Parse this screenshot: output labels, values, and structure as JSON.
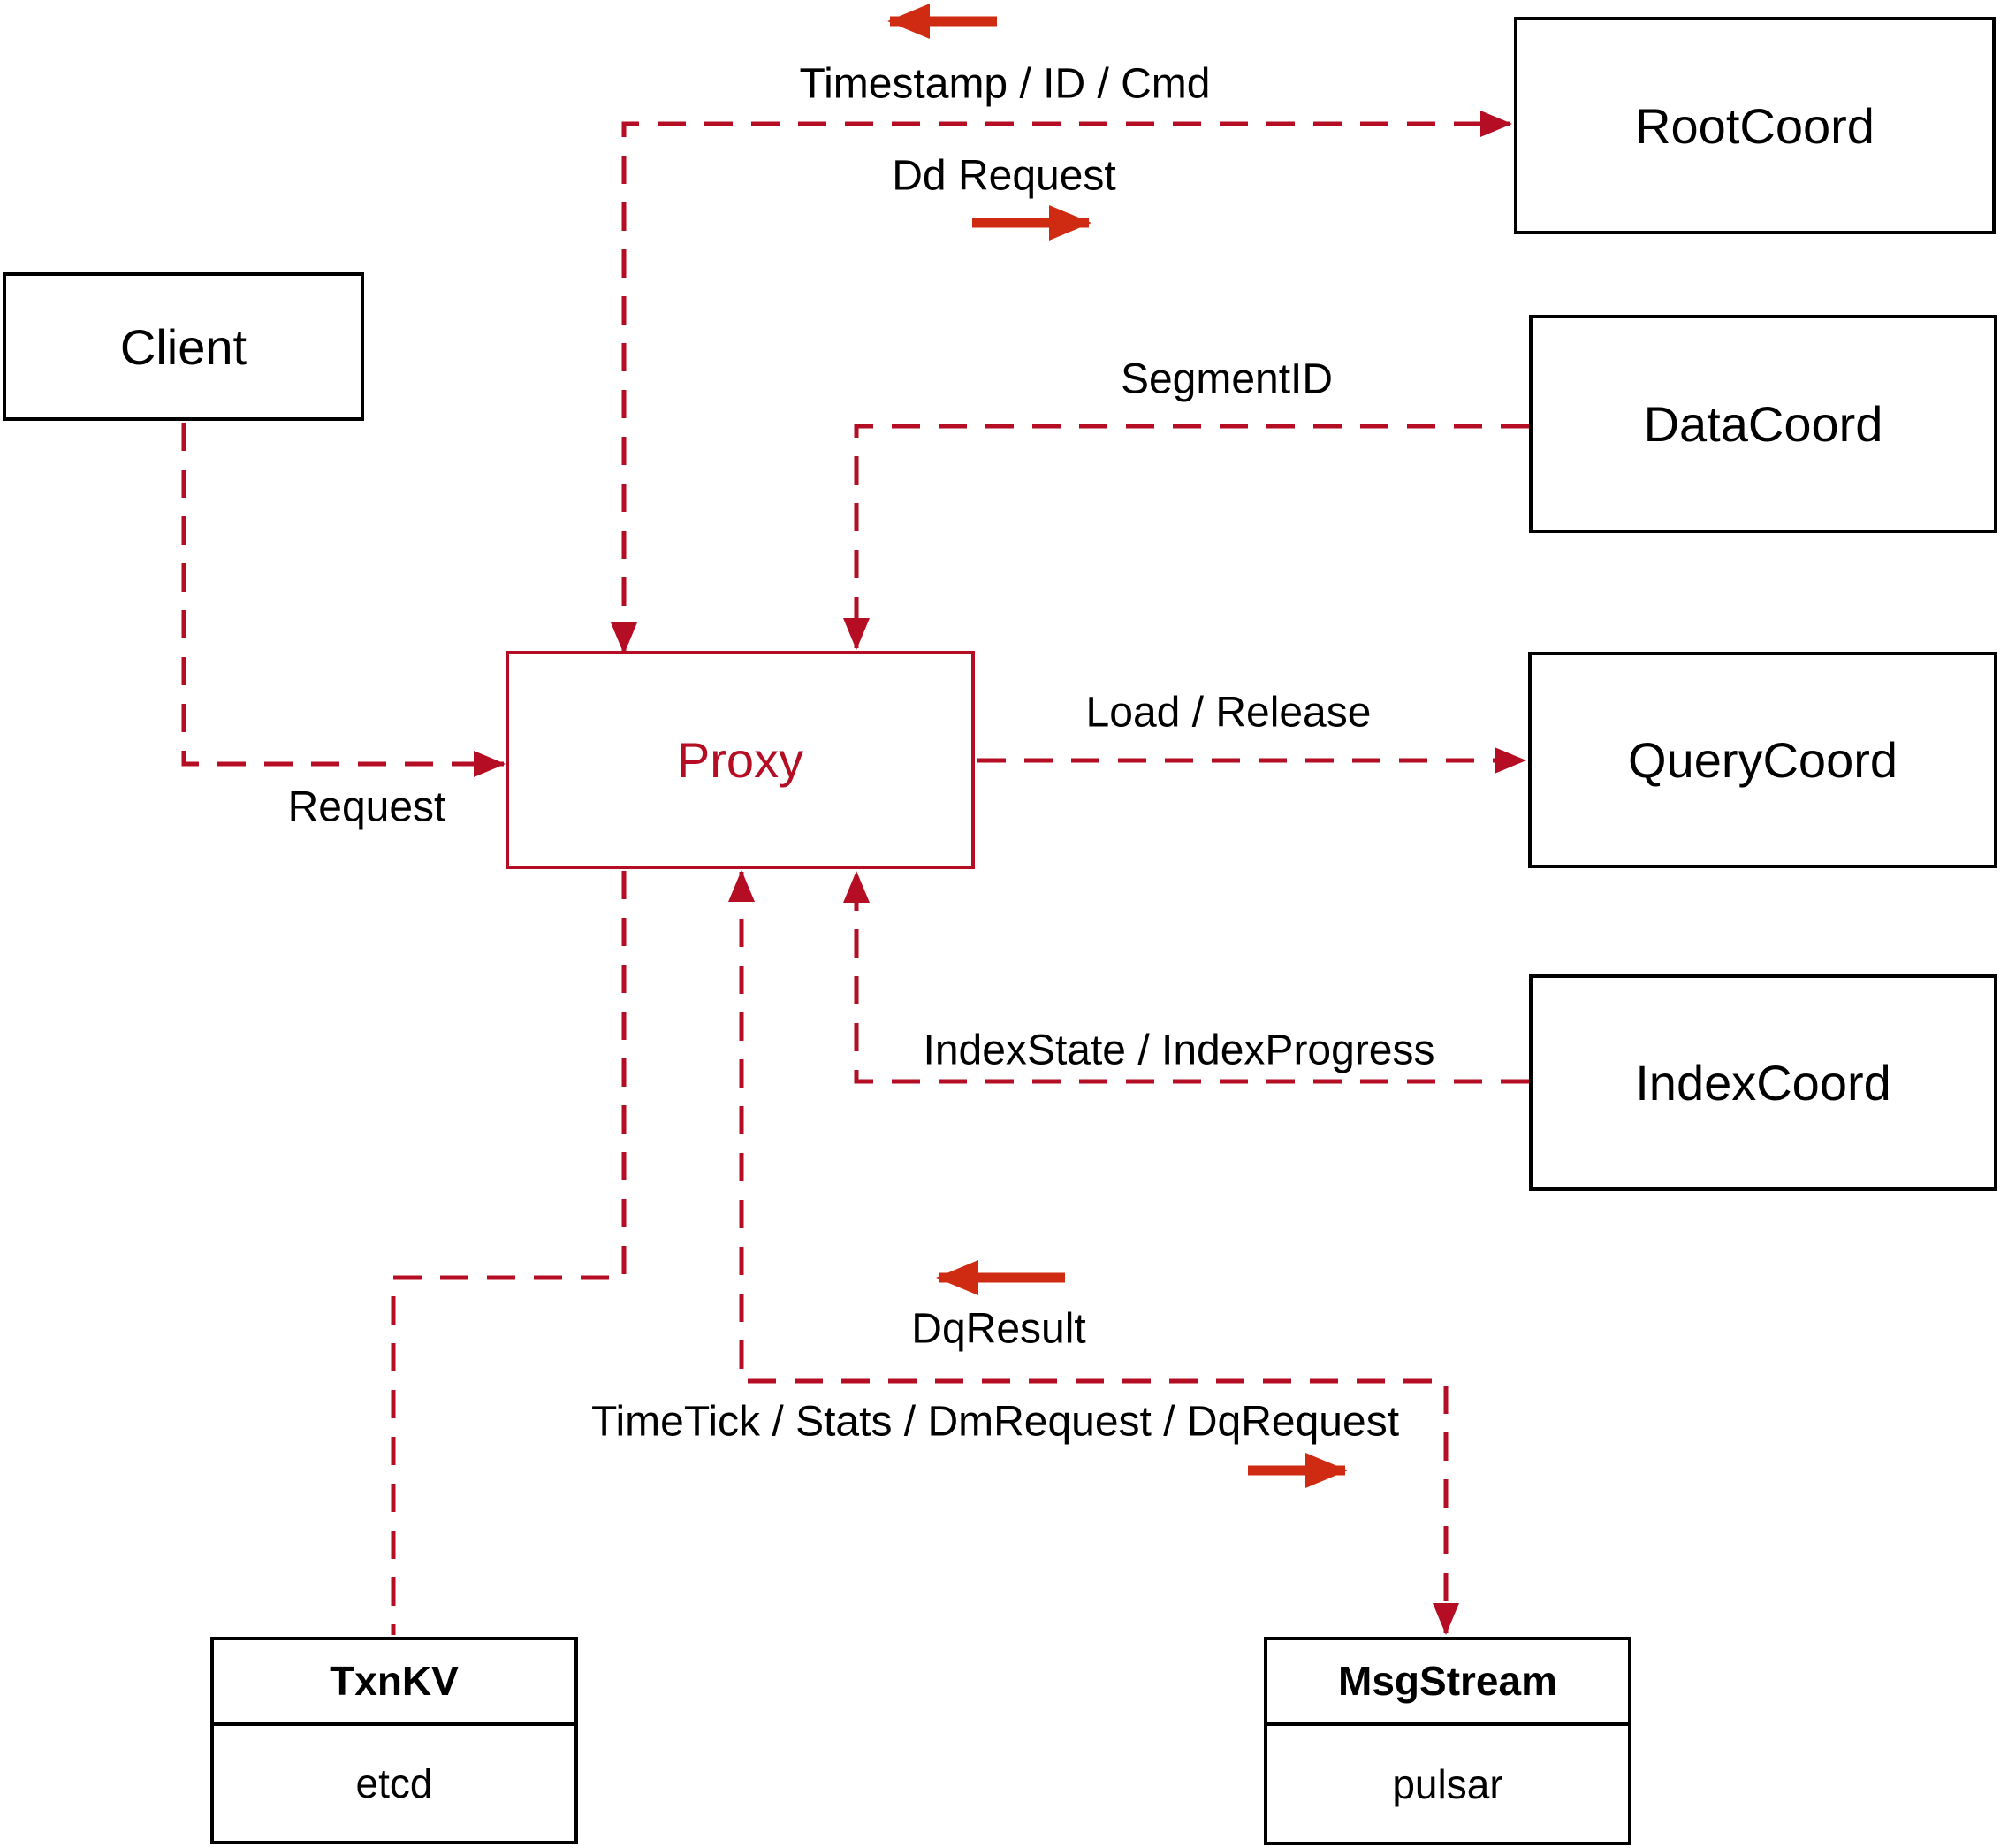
{
  "diagram": {
    "nodes": {
      "client": {
        "label": "Client"
      },
      "proxy": {
        "label": "Proxy"
      },
      "rootCoord": {
        "label": "RootCoord"
      },
      "dataCoord": {
        "label": "DataCoord"
      },
      "queryCoord": {
        "label": "QueryCoord"
      },
      "indexCoord": {
        "label": "IndexCoord"
      },
      "txnKV": {
        "title": "TxnKV",
        "impl": "etcd"
      },
      "msgStream": {
        "title": "MsgStream",
        "impl": "pulsar"
      }
    },
    "edges": {
      "client_to_proxy": {
        "label": "Request"
      },
      "proxy_rootcoord": {
        "label_to_rootcoord": "Dd Request",
        "label_to_proxy": "Timestamp / ID / Cmd"
      },
      "datacoord_to_proxy": {
        "label": "SegmentID"
      },
      "proxy_to_querycoord": {
        "label": "Load / Release"
      },
      "indexcoord_to_proxy": {
        "label": "IndexState / IndexProgress"
      },
      "proxy_msgstream": {
        "label_to_msgstream": "TimeTick / Stats / DmRequest / DqRequest",
        "label_to_proxy": "DqResult"
      }
    },
    "colors": {
      "line": "#b50d23",
      "arrow": "#cf2a12",
      "text": "#000000",
      "border": "#000000",
      "background": "#ffffff"
    }
  }
}
